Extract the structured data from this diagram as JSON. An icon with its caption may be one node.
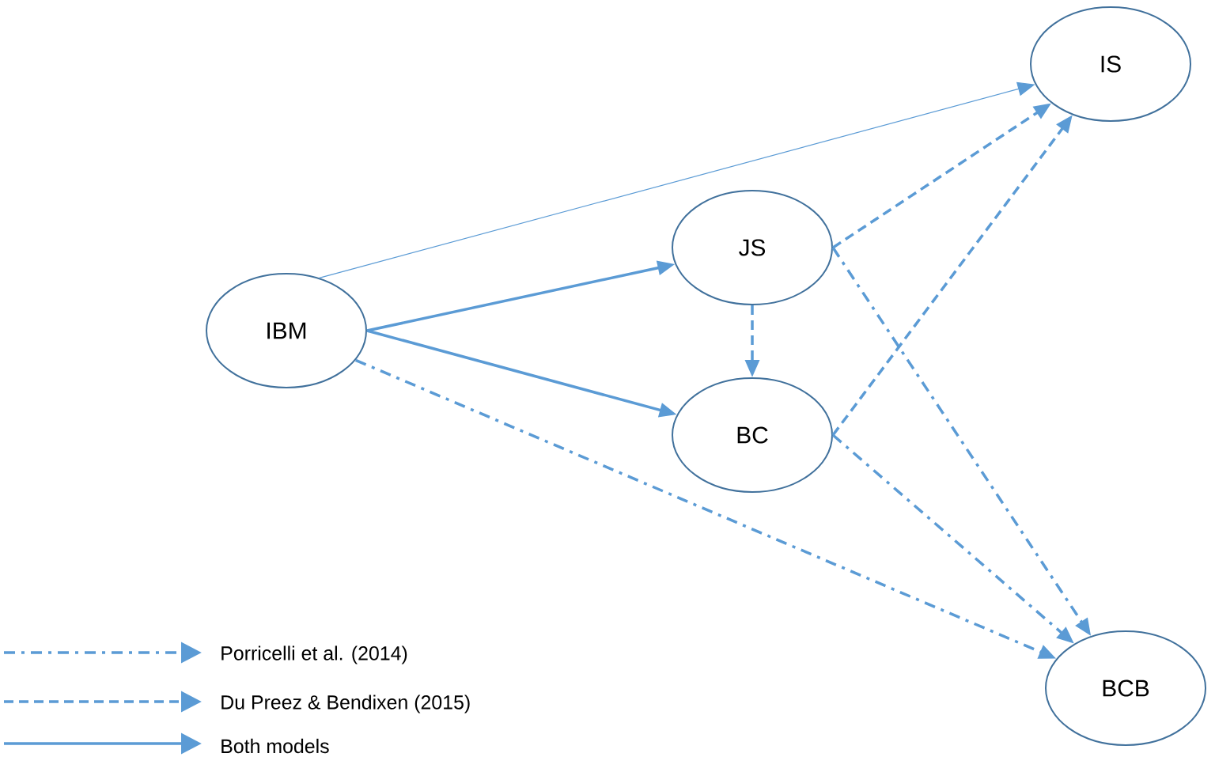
{
  "diagram": {
    "nodes": [
      {
        "text": [
          "IBM"
        ]
      },
      {
        "text": [
          "JS"
        ]
      },
      {
        "text": [
          "BC"
        ]
      },
      {
        "text": [
          "IS"
        ]
      },
      {
        "text": [
          "BCB"
        ]
      }
    ],
    "edges": [
      {
        "from": 0,
        "to": 3,
        "arrow": "to"
      },
      {
        "from": 0,
        "to": 1,
        "arrow": "to"
      },
      {
        "from": 0,
        "to": 2,
        "arrow": "to"
      },
      {
        "from": 1,
        "to": 2,
        "arrow": "to",
        "style": "dashed"
      },
      {
        "from": 1,
        "to": 3,
        "arrow": "to",
        "style": "dashed"
      },
      {
        "from": 2,
        "to": 3,
        "arrow": "to",
        "style": "dashed"
      },
      {
        "from": 1,
        "to": 4,
        "arrow": "to",
        "style": "dashed"
      },
      {
        "from": 2,
        "to": 4,
        "arrow": "to",
        "style": "dashed"
      },
      {
        "from": 0,
        "to": 4,
        "arrow": "to",
        "style": "dashed"
      }
    ],
    "legend": [
      {
        "text": "Porricelli et al. (2014)"
      },
      {
        "text": "Du Preez & Bendixen (2015)"
      },
      {
        "text": "Both models"
      }
    ]
  }
}
